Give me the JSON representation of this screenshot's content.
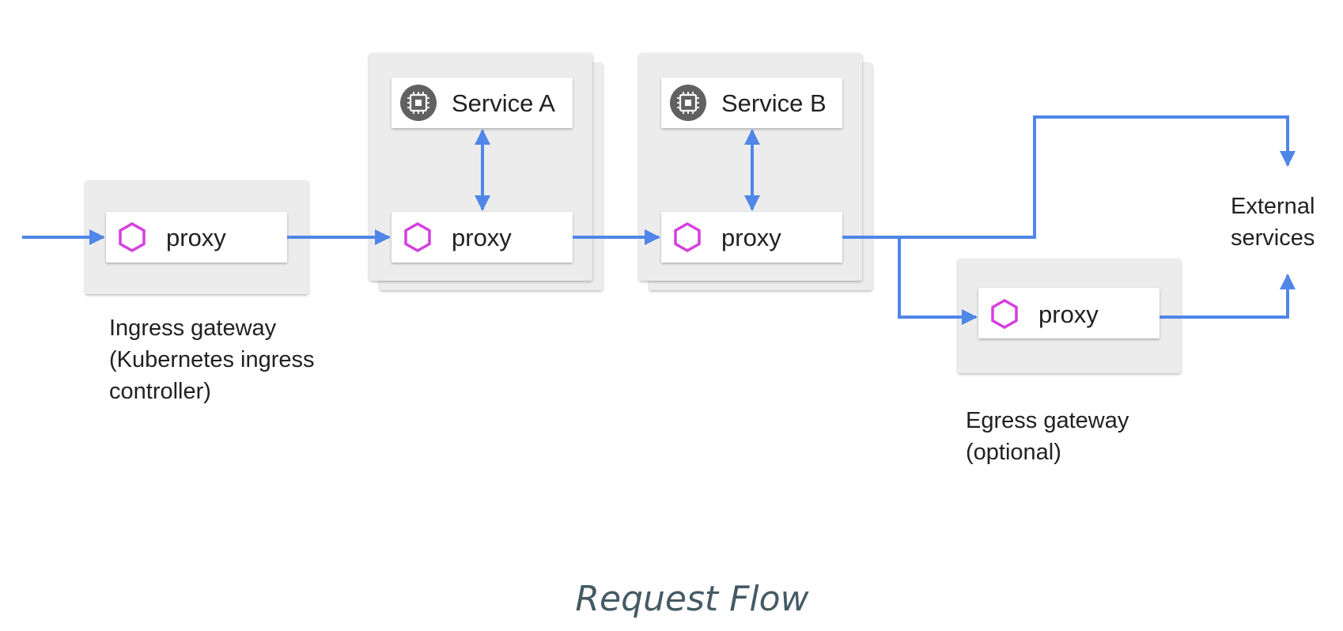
{
  "colors": {
    "arrow": "#4f86e8",
    "pod_fill": "#ececec",
    "pod_shadow": "#c7c7c7",
    "box_fill": "#ffffff",
    "proxy_icon": "#d63fe0",
    "chip_icon_bg": "#616161",
    "text": "#212121",
    "caption": "#455a64"
  },
  "icons": {
    "proxy": "hexagon-icon",
    "service": "chip-icon"
  },
  "labels": {
    "proxy": "proxy",
    "service_a": "Service A",
    "service_b": "Service B",
    "ingress_lines": [
      "Ingress gateway",
      "(Kubernetes ingress",
      "controller)"
    ],
    "egress_lines": [
      "Egress gateway",
      "(optional)"
    ],
    "external_lines": [
      "External",
      "services"
    ]
  },
  "caption": "Request Flow"
}
